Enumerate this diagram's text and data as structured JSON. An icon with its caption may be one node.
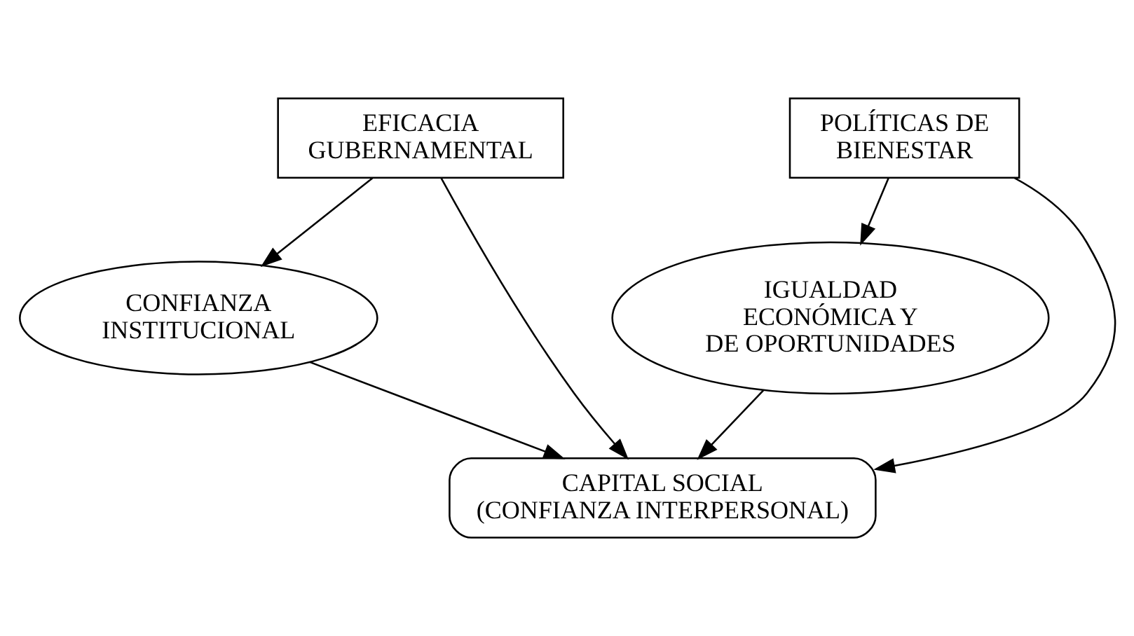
{
  "diagram": {
    "nodes": [
      {
        "text": [
          "EFICACIA GUBERNAMENTAL"
        ]
      },
      {
        "text": [
          "POLÍTICAS DE BIENESTAR"
        ]
      },
      {
        "text": [
          "CONFIANZA INSTITUCIONAL"
        ]
      },
      {
        "text": [
          "IGUALDAD ECONÓMICA Y DE OPORTUNIDADES"
        ]
      },
      {
        "text": [
          "CAPITAL SOCIAL",
          "(CONFIANZA INTERPERSONAL)"
        ]
      }
    ],
    "edges": [
      {
        "from": 0,
        "to": 2,
        "arrow": "to"
      },
      {
        "from": 0,
        "to": 4,
        "arrow": "to"
      },
      {
        "from": 1,
        "to": 4,
        "arrow": "to"
      },
      {
        "from": 1,
        "to": 3,
        "arrow": "to"
      },
      {
        "from": 2,
        "to": 4,
        "arrow": "to"
      },
      {
        "from": 3,
        "to": 4,
        "arrow": "to"
      }
    ]
  }
}
